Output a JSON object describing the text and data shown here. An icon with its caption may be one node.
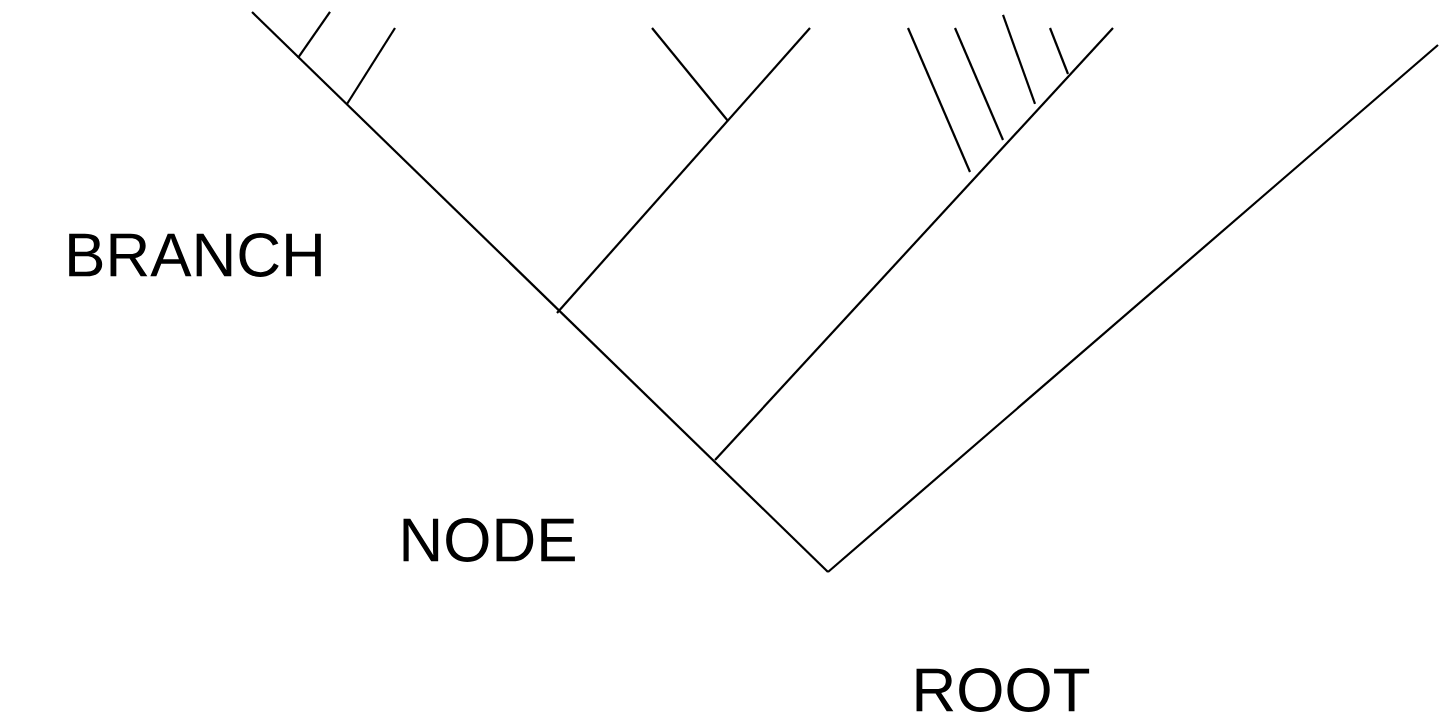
{
  "diagram": {
    "labels": [
      "BRANCH",
      "NODE",
      "ROOT"
    ]
  }
}
